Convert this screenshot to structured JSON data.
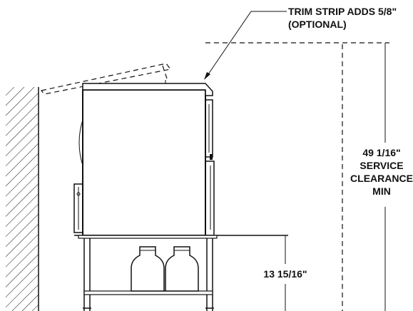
{
  "callout": {
    "line1": "TRIM STRIP ADDS 5/8\"",
    "line2": "(OPTIONAL)"
  },
  "clearance": {
    "line1": "49 1/16\"",
    "line2": "SERVICE",
    "line3": "CLEARANCE",
    "line4": "MIN"
  },
  "counter_height": {
    "label": "13 15/16\""
  }
}
